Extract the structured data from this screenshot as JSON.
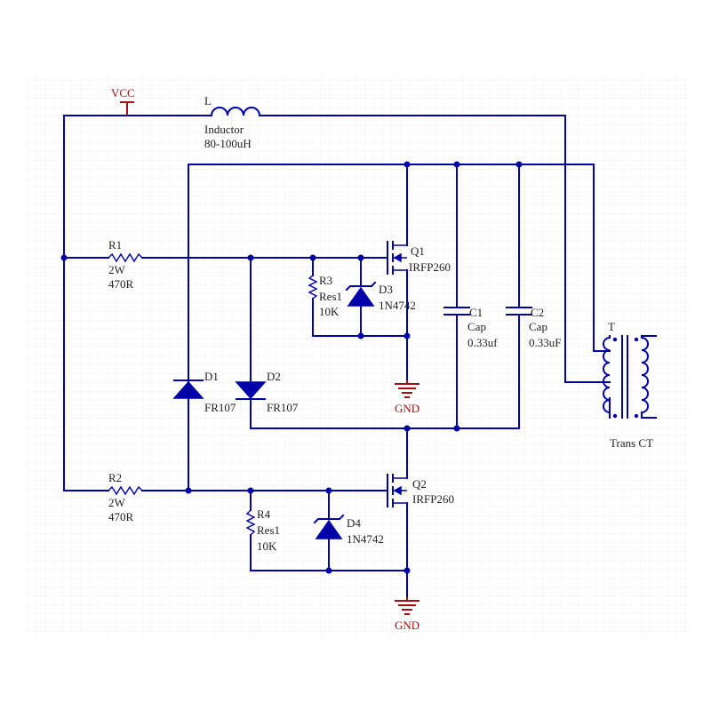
{
  "labels": {
    "vcc": "VCC",
    "inductor_ref": "L",
    "inductor_name": "Inductor",
    "inductor_value": "80-100uH",
    "r1_ref": "R1",
    "r1_power": "2W",
    "r1_value": "470R",
    "r2_ref": "R2",
    "r2_power": "2W",
    "r2_value": "470R",
    "r3_ref": "R3",
    "r3_name": "Res1",
    "r3_value": "10K",
    "r4_ref": "R4",
    "r4_name": "Res1",
    "r4_value": "10K",
    "d1_ref": "D1",
    "d1_part": "FR107",
    "d2_ref": "D2",
    "d2_part": "FR107",
    "d3_ref": "D3",
    "d3_part": "1N4742",
    "d4_ref": "D4",
    "d4_part": "1N4742",
    "q1_ref": "Q1",
    "q1_part": "IRFP260",
    "q2_ref": "Q2",
    "q2_part": "IRFP260",
    "c1_ref": "C1",
    "c1_name": "Cap",
    "c1_value": "0.33uf",
    "c2_ref": "C2",
    "c2_name": "Cap",
    "c2_value": "0.33uF",
    "gnd_top": "GND",
    "gnd_bottom": "GND",
    "t_ref": "T",
    "t_name": "Trans CT"
  },
  "colors": {
    "wire": "#0000a8",
    "power": "#a01010",
    "text": "#222222",
    "grid": "#ececec"
  }
}
